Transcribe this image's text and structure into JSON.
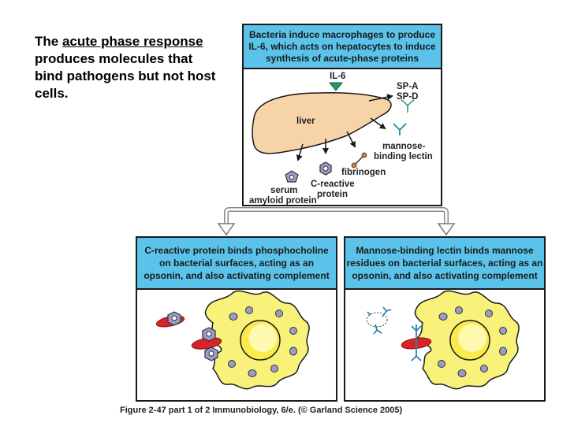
{
  "intro": {
    "part1": "The ",
    "underlined": "acute phase response",
    "part2": " produces molecules that bind pathogens but not host cells."
  },
  "top_panel": {
    "header_lines": [
      "Bacteria induce macrophages to produce",
      "IL-6, which acts on hepatocytes to induce",
      "synthesis of acute-phase proteins"
    ],
    "il6": "IL-6",
    "liver": "liver",
    "spa": "SP-A",
    "spd": "SP-D",
    "mbl_line1": "mannose-",
    "mbl_line2": "binding lectin",
    "fibrinogen": "fibrinogen",
    "crp_line1": "C-reactive",
    "crp_line2": "protein",
    "saa_line1": "serum",
    "saa_line2": "amyloid protein"
  },
  "left_panel": {
    "header_lines": [
      "C-reactive protein binds phosphocholine",
      "on bacterial surfaces, acting as an",
      "opsonin, and also activating complement"
    ]
  },
  "right_panel": {
    "header_lines": [
      "Mannose-binding lectin binds mannose",
      "residues on bacterial surfaces, acting as an",
      "opsonin, and also activating complement"
    ]
  },
  "caption": "Figure 2-47 part 1 of 2  Immunobiology, 6/e. (© Garland Science 2005)",
  "colors": {
    "header_blue": "#5bc3ea",
    "liver": "#f7d4a8",
    "macrophage": "#f8f27a",
    "bacterium": "#d8232a",
    "protein_fill": "#9b9bc9",
    "arrow_green": "#1f9a6a",
    "mbl_teal": "#2a86a8"
  }
}
